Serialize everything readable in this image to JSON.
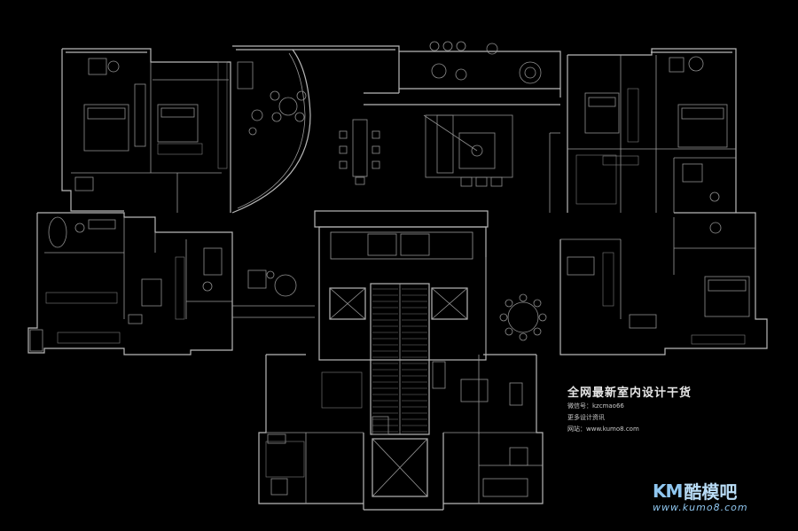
{
  "annotation": {
    "headline": "全网最新室内设计干货",
    "lines": [
      "微信号：kzcmao66",
      "更多设计资讯",
      "网站：www.kumo8.com"
    ]
  },
  "watermark": {
    "mark": "KM",
    "name": "酷模吧",
    "url": "www.kumo8.com"
  },
  "colors": {
    "background": "#000000",
    "linework": "#b8b8b8",
    "watermark": "#8fc6ef"
  }
}
